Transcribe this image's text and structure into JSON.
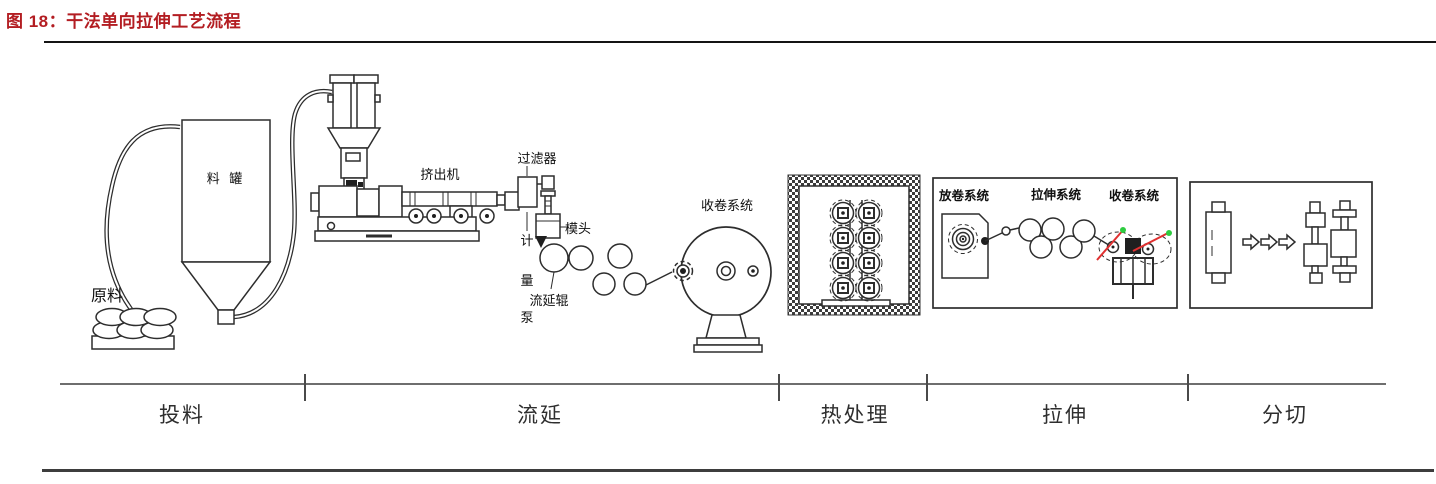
{
  "header": {
    "title": "图 18：干法单向拉伸工艺流程"
  },
  "stages": {
    "items": [
      {
        "label": "投料"
      },
      {
        "label": "流延"
      },
      {
        "label": "热处理"
      },
      {
        "label": "拉伸"
      },
      {
        "label": "分切"
      }
    ]
  },
  "equipment": {
    "raw_material": "原料",
    "material_tank": "料 罐",
    "extruder": "挤出机",
    "filter": "过滤器",
    "pump_char_1": "计",
    "pump_char_2": "量",
    "pump_char_3": "泵",
    "die_head": "模头",
    "casting_roll": "流延辊",
    "winding_system_casting": "收卷系统",
    "unwinding_system": "放卷系统",
    "stretching_system": "拉伸系统",
    "winding_system_stretching": "收卷系统"
  },
  "colors": {
    "title_red": "#b31d22",
    "rule_dark": "#141414",
    "axis_gray": "#6e6e6e",
    "ink": "#2d2d2d",
    "red_mark": "#e03030",
    "green_mark": "#2ecc40"
  }
}
